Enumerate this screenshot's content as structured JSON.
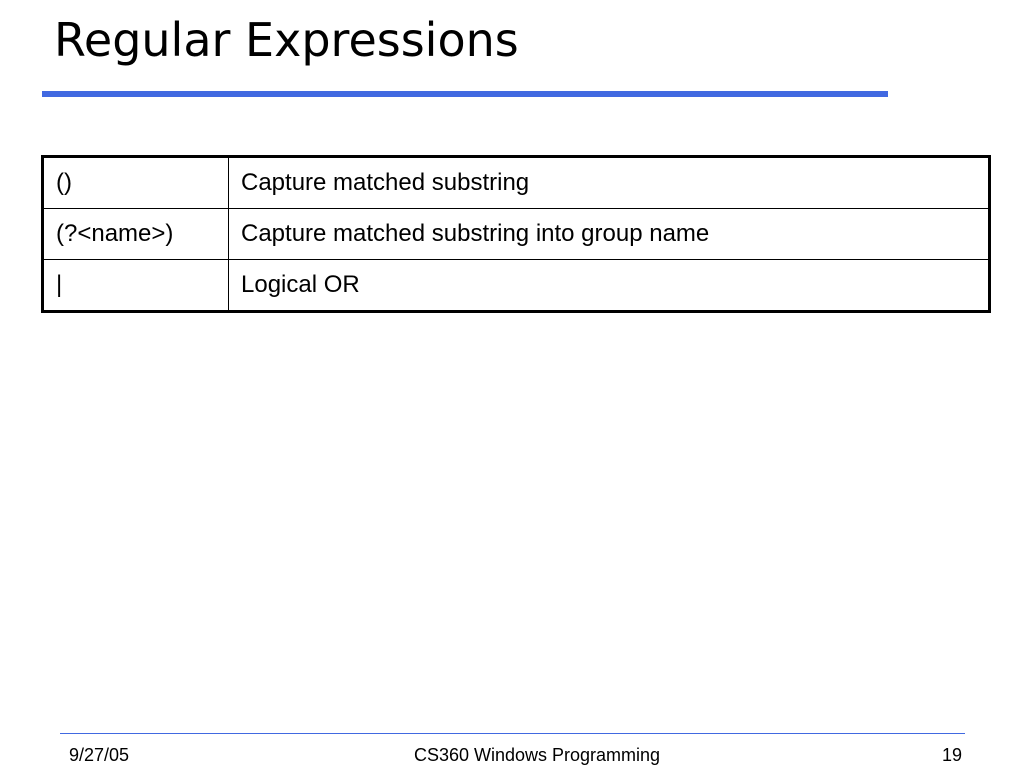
{
  "slide": {
    "title": "Regular Expressions"
  },
  "table": {
    "rows": [
      {
        "syntax": "()",
        "description": "Capture matched substring"
      },
      {
        "syntax": "(?<name>)",
        "description": "Capture matched substring into group name"
      },
      {
        "syntax": "|",
        "description": "Logical OR"
      }
    ]
  },
  "footer": {
    "date": "9/27/05",
    "course": "CS360 Windows Programming",
    "page": "19"
  },
  "colors": {
    "accent": "#4169e1",
    "text": "#000000",
    "background": "#ffffff"
  }
}
